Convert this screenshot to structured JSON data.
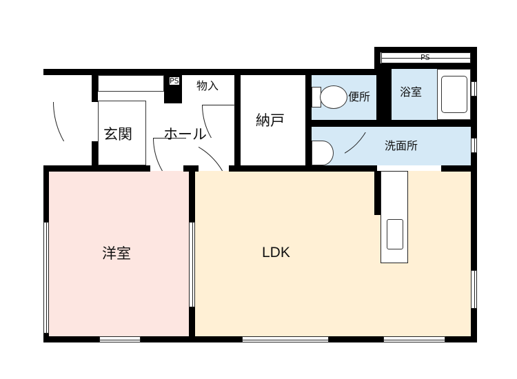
{
  "floorplan": {
    "rooms": {
      "genkan": "玄関",
      "hall": "ホール",
      "storage": "物入",
      "nando": "納戸",
      "toilet": "便所",
      "bath": "浴室",
      "washroom": "洗面所",
      "western_room": "洋室",
      "ldk": "LDK"
    },
    "ps_labels": [
      "PS",
      "PS"
    ],
    "colors": {
      "wall": "#000000",
      "western_room_fill": "#fde6e1",
      "ldk_fill": "#fff0d5",
      "wet_area_fill": "#d5e9f6",
      "floor_white": "#ffffff"
    }
  }
}
